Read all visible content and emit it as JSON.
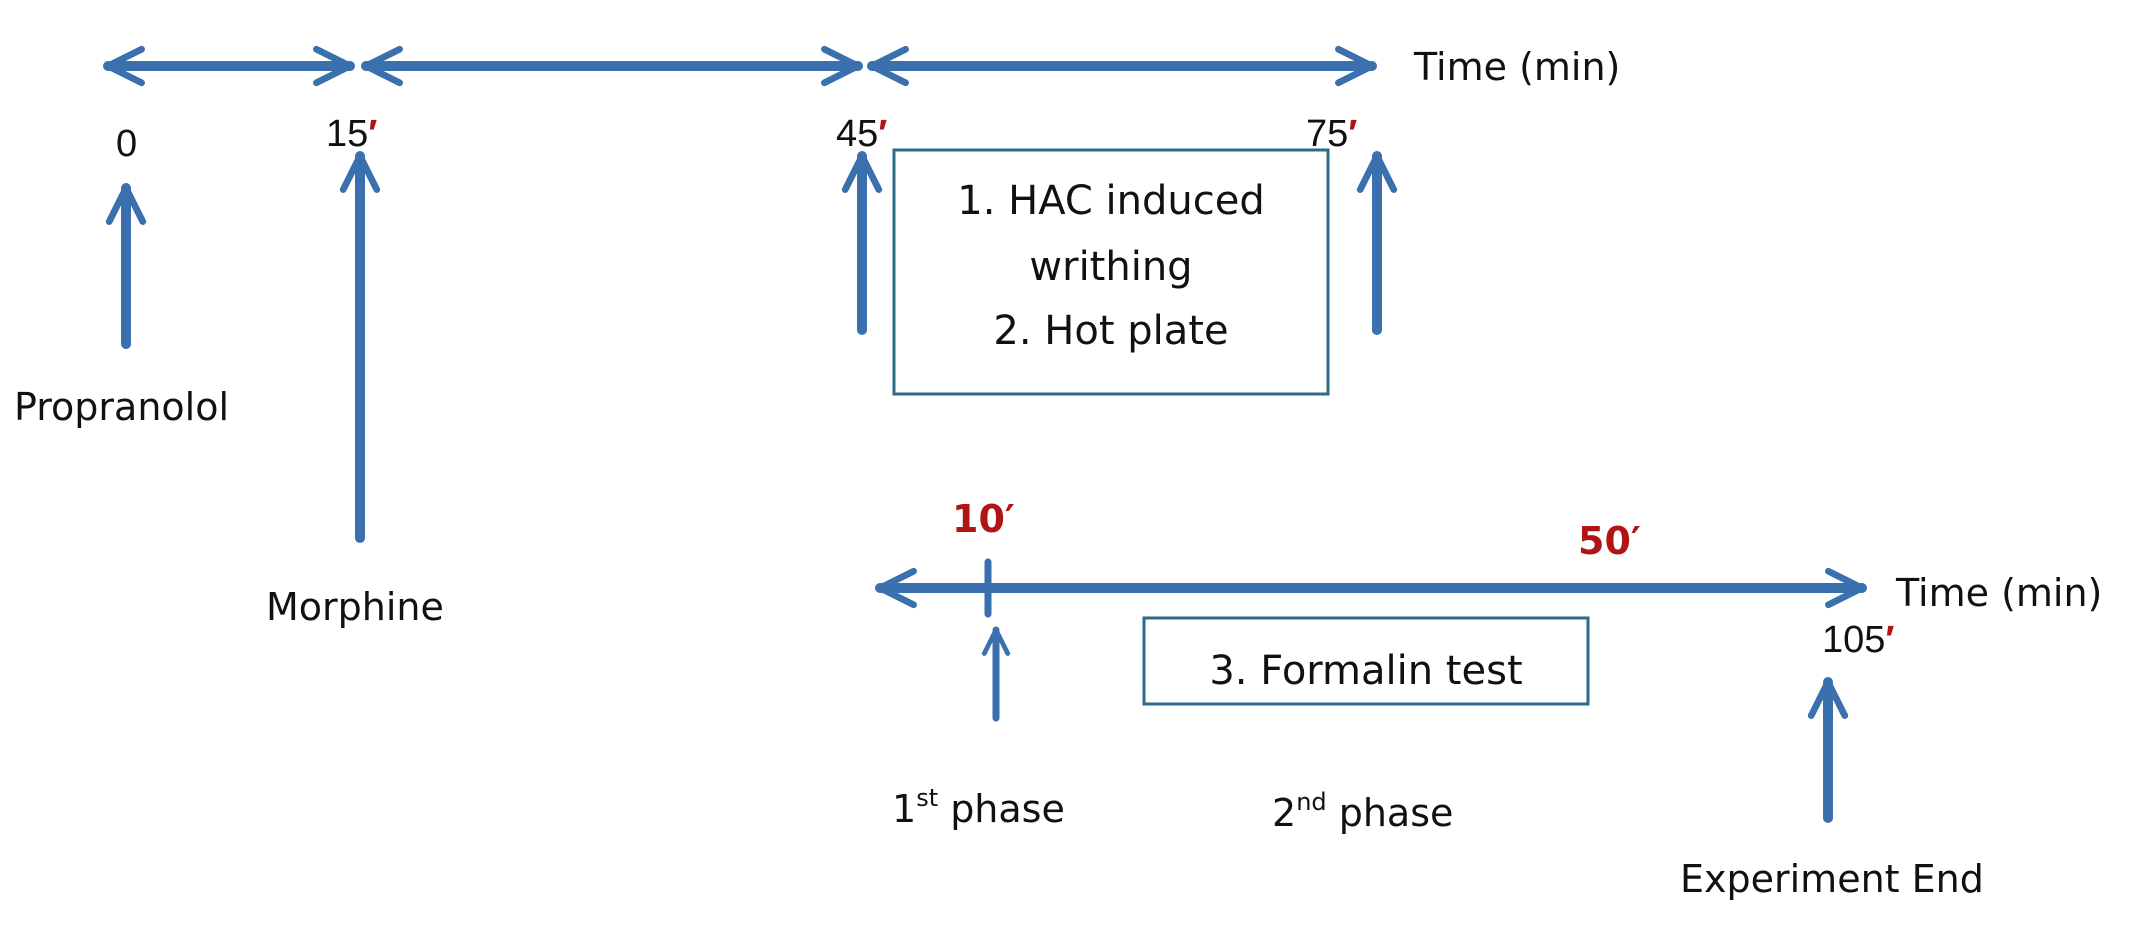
{
  "colors": {
    "arrow": "#3a70ad",
    "box_border": "#2e6b8a",
    "text": "#111111",
    "accent_red": "#b01515"
  },
  "timeline1": {
    "axis_label": "Time (min)",
    "ticks": [
      {
        "value": "0",
        "mark": ""
      },
      {
        "value": "15",
        "mark": "′"
      },
      {
        "value": "45",
        "mark": "′"
      },
      {
        "value": "75",
        "mark": "′"
      }
    ],
    "events": {
      "propranolol": "Propranolol",
      "morphine": "Morphine"
    },
    "box": {
      "line1": "1. HAC induced",
      "line2": "writhing",
      "line3": "2. Hot plate"
    }
  },
  "timeline2": {
    "axis_label": "Time (min)",
    "phase_marks": {
      "first": "10′",
      "second": "50′"
    },
    "end_tick": {
      "value": "105",
      "mark": "′"
    },
    "box": {
      "label": "3. Formalin test"
    },
    "phase1": {
      "num": "1",
      "sup": "st",
      "word": " phase"
    },
    "phase2": {
      "num": "2",
      "sup": "nd",
      "word": " phase"
    },
    "end_label": "Experiment End"
  }
}
